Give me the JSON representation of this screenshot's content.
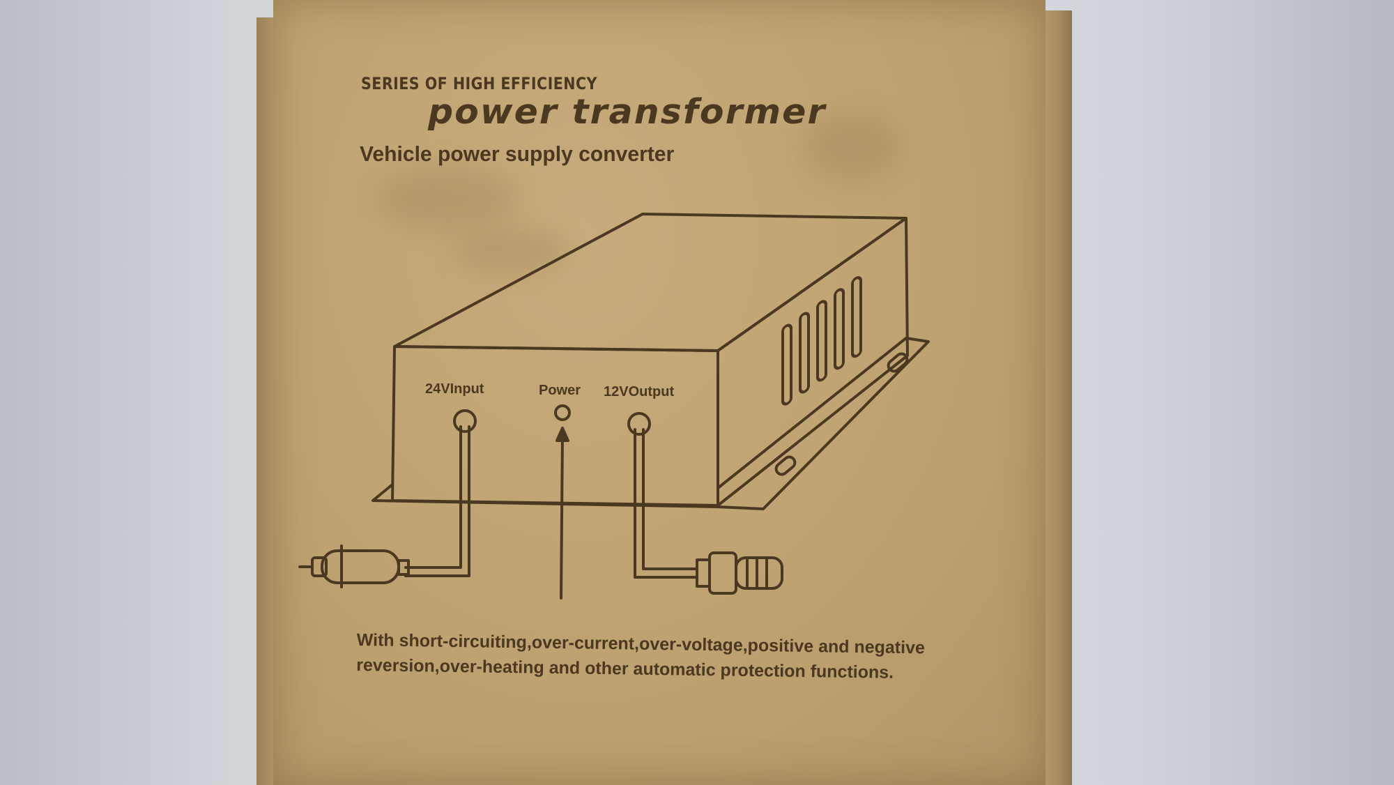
{
  "box": {
    "series": "SERIES OF HIGH EFFICIENCY",
    "title": "power transformer",
    "subtitle": "Vehicle power supply converter",
    "diagram_labels": {
      "input": "24VInput",
      "power": "Power",
      "output": "12VOutput"
    },
    "footnote_line1": "With short-circuiting,over-current,over-voltage,positive and negative",
    "footnote_line2": "reversion,over-heating and other automatic protection functions."
  },
  "colors": {
    "ink": "#4a3820",
    "cardboard": "#bea271",
    "background": "#dcdfe3"
  }
}
